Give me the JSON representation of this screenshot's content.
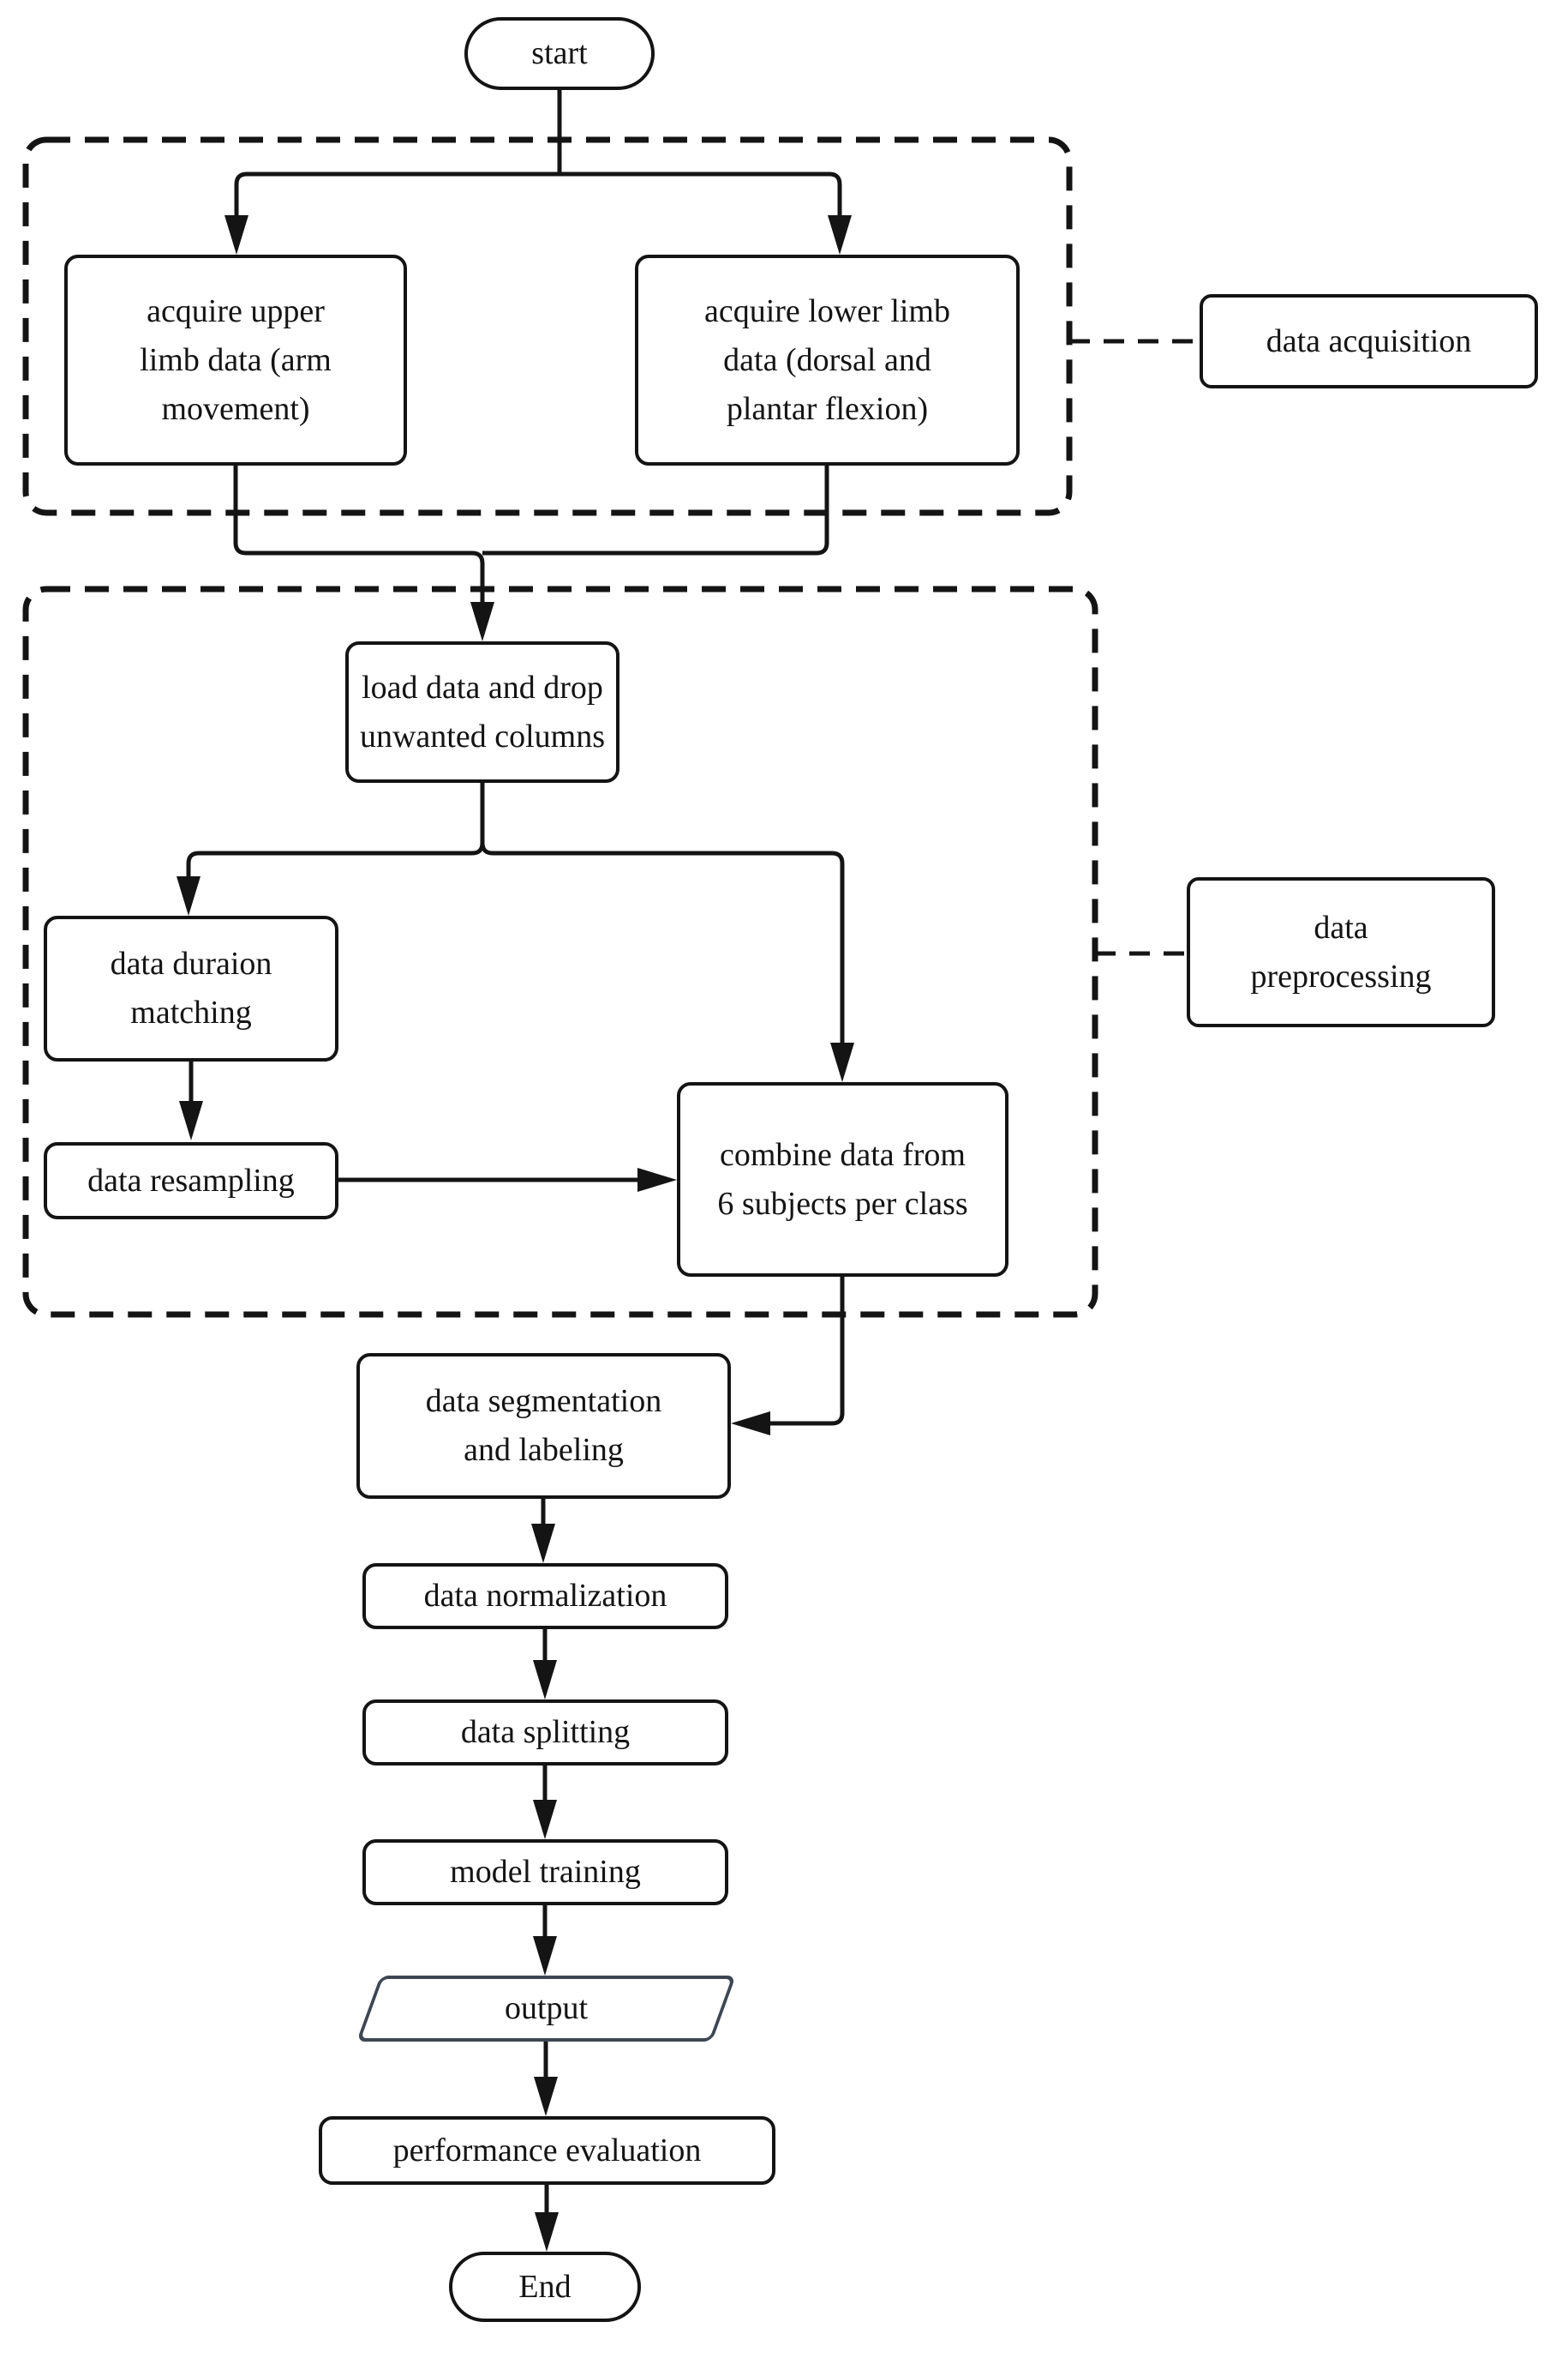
{
  "colors": {
    "line": "#141414",
    "node_border": "#141414",
    "output_border": "#3d4754",
    "background": "#ffffff",
    "text": "#141414"
  },
  "nodes": {
    "start": {
      "label": "start"
    },
    "acquire_upper": {
      "label": "acquire upper\nlimb data (arm\nmovement)"
    },
    "acquire_lower": {
      "label": "acquire lower limb\ndata (dorsal and\nplantar flexion)"
    },
    "load_data": {
      "label": "load data and drop\nunwanted columns"
    },
    "duration_matching": {
      "label": "data duraion\nmatching"
    },
    "resampling": {
      "label": "data resampling"
    },
    "combine": {
      "label": "combine data from\n6 subjects per class"
    },
    "segmentation": {
      "label": "data segmentation\nand labeling"
    },
    "normalization": {
      "label": "data normalization"
    },
    "splitting": {
      "label": "data splitting"
    },
    "model_training": {
      "label": "model training"
    },
    "output": {
      "label": "output"
    },
    "performance": {
      "label": "performance evaluation"
    },
    "end": {
      "label": "End"
    }
  },
  "groups": {
    "acquisition": {
      "label": "data acquisition"
    },
    "preprocessing": {
      "label": "data\npreprocessing"
    }
  }
}
